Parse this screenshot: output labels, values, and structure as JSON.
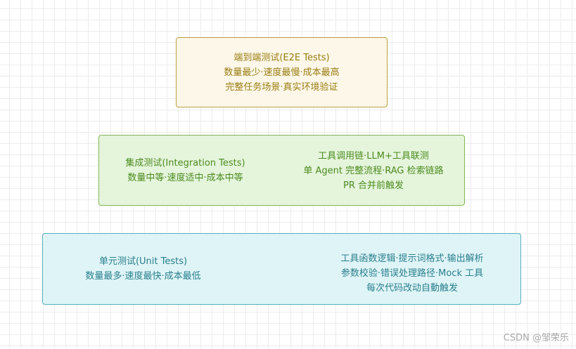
{
  "pyramid": {
    "e2e": {
      "lines": [
        "端到端测试(E2E Tests)",
        "数量最少·速度最慢·成本最高",
        "完整任务场景·真实环境验证"
      ]
    },
    "integration": {
      "left_lines": [
        "集成测试(Integration Tests)",
        "数量中等·速度适中·成本中等"
      ],
      "right_lines": [
        "工具调用链·LLM+工具联测",
        "单 Agent 完整流程·RAG 检索链路",
        "PR 合并前触发"
      ]
    },
    "unit": {
      "left_lines": [
        "单元测试(Unit Tests)",
        "数量最多·速度最快·成本最低"
      ],
      "right_lines": [
        "工具函数逻辑·提示词格式·输出解析",
        "参数校验·错误处理路径·Mock 工具",
        "每次代码改动自動触发"
      ]
    }
  },
  "watermark": "CSDN @邹荣乐",
  "colors": {
    "e2e_fill": "#fcf7e8",
    "e2e_border": "#bfa23c",
    "e2e_text": "#9a7d12",
    "integration_fill": "#e5f5dc",
    "integration_border": "#84b558",
    "integration_text": "#4c8b1e",
    "unit_fill": "#dff4f6",
    "unit_border": "#58afbc",
    "unit_text": "#287f8d"
  }
}
